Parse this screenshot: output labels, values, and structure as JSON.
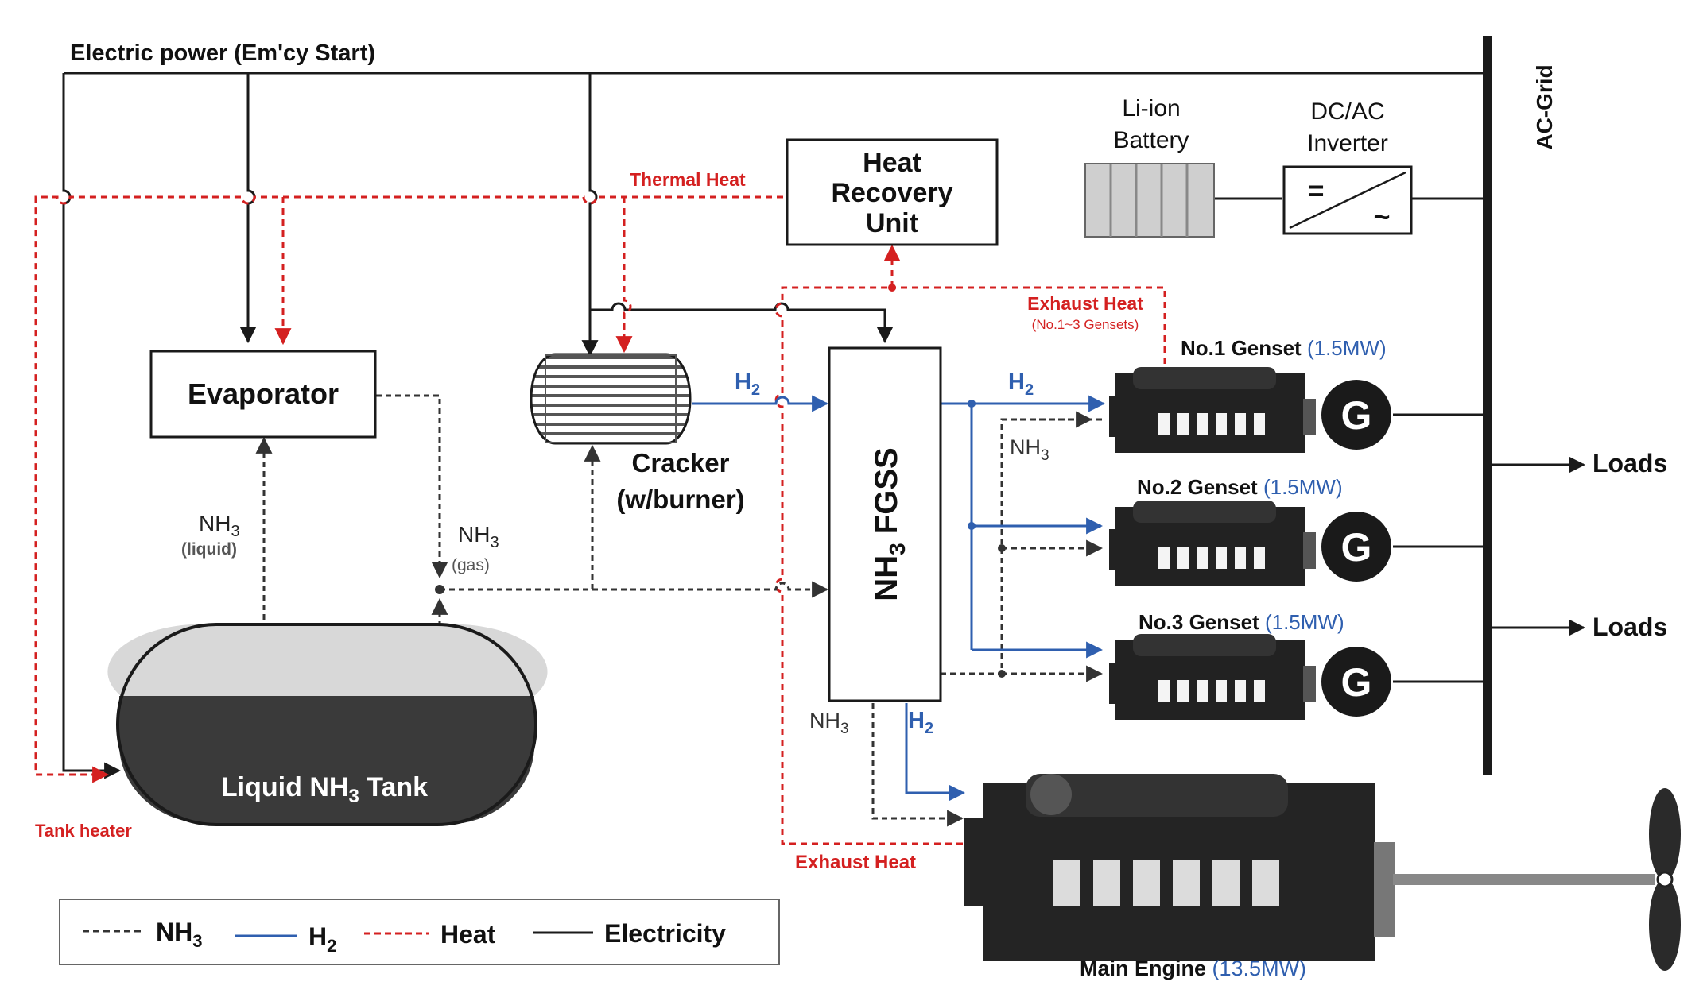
{
  "colors": {
    "nh3": "#333333",
    "h2": "#2f5faf",
    "heat": "#d42020",
    "electricity": "#1a1a1a",
    "rating": "#2f5faf",
    "tank_dark": "#3a3a3a",
    "tank_light": "#d8d8d8",
    "battery": "#cfcfcf"
  },
  "electric_power_label": "Electric power (Em'cy Start)",
  "ac_grid_label": "AC-Grid",
  "heat_recovery_unit": [
    "Heat",
    "Recovery",
    "Unit"
  ],
  "thermal_heat_label": "Thermal Heat",
  "battery_label": [
    "Li-ion",
    "Battery"
  ],
  "inverter_label": [
    "DC/AC",
    "Inverter"
  ],
  "inverter_symbols": {
    "dc": "=",
    "ac": "~"
  },
  "evaporator_label": "Evaporator",
  "cracker_label": [
    "Cracker",
    "(w/burner)"
  ],
  "fgss_label": {
    "prefix": "NH",
    "sub": "3",
    "suffix": " FGSS"
  },
  "tank_label": {
    "prefix": "Liquid  NH",
    "sub": "3",
    "suffix": " Tank"
  },
  "tank_heater_label": "Tank heater",
  "nh3_liquid": {
    "main": "NH",
    "sub": "3",
    "note": "(liquid)"
  },
  "nh3_gas": {
    "main": "NH",
    "sub": "3",
    "note": "(gas)"
  },
  "nh3_genset_label": {
    "main": "NH",
    "sub": "3"
  },
  "nh3_engine_label": {
    "main": "NH",
    "sub": "3"
  },
  "h2_cracker_label": {
    "main": "H",
    "sub": "2"
  },
  "h2_genset_label": {
    "main": "H",
    "sub": "2"
  },
  "h2_engine_label": {
    "main": "H",
    "sub": "2"
  },
  "exhaust_heat_top": {
    "title": "Exhaust Heat",
    "note": "(No.1~3 Gensets)"
  },
  "exhaust_heat_bottom": "Exhaust Heat",
  "gensets": [
    {
      "name": "No.1 Genset",
      "rating": "(1.5MW)"
    },
    {
      "name": "No.2 Genset",
      "rating": "(1.5MW)"
    },
    {
      "name": "No.3 Genset",
      "rating": "(1.5MW)"
    }
  ],
  "generator_symbol": "G",
  "loads": [
    "Loads",
    "Loads"
  ],
  "main_engine": {
    "name": "Main Engine",
    "rating": "(13.5MW)"
  },
  "legend": [
    {
      "key": "nh3",
      "label": "NH",
      "sub": "3"
    },
    {
      "key": "h2",
      "label": "H",
      "sub": "2"
    },
    {
      "key": "heat",
      "label": "Heat",
      "sub": ""
    },
    {
      "key": "electricity",
      "label": "Electricity",
      "sub": ""
    }
  ]
}
